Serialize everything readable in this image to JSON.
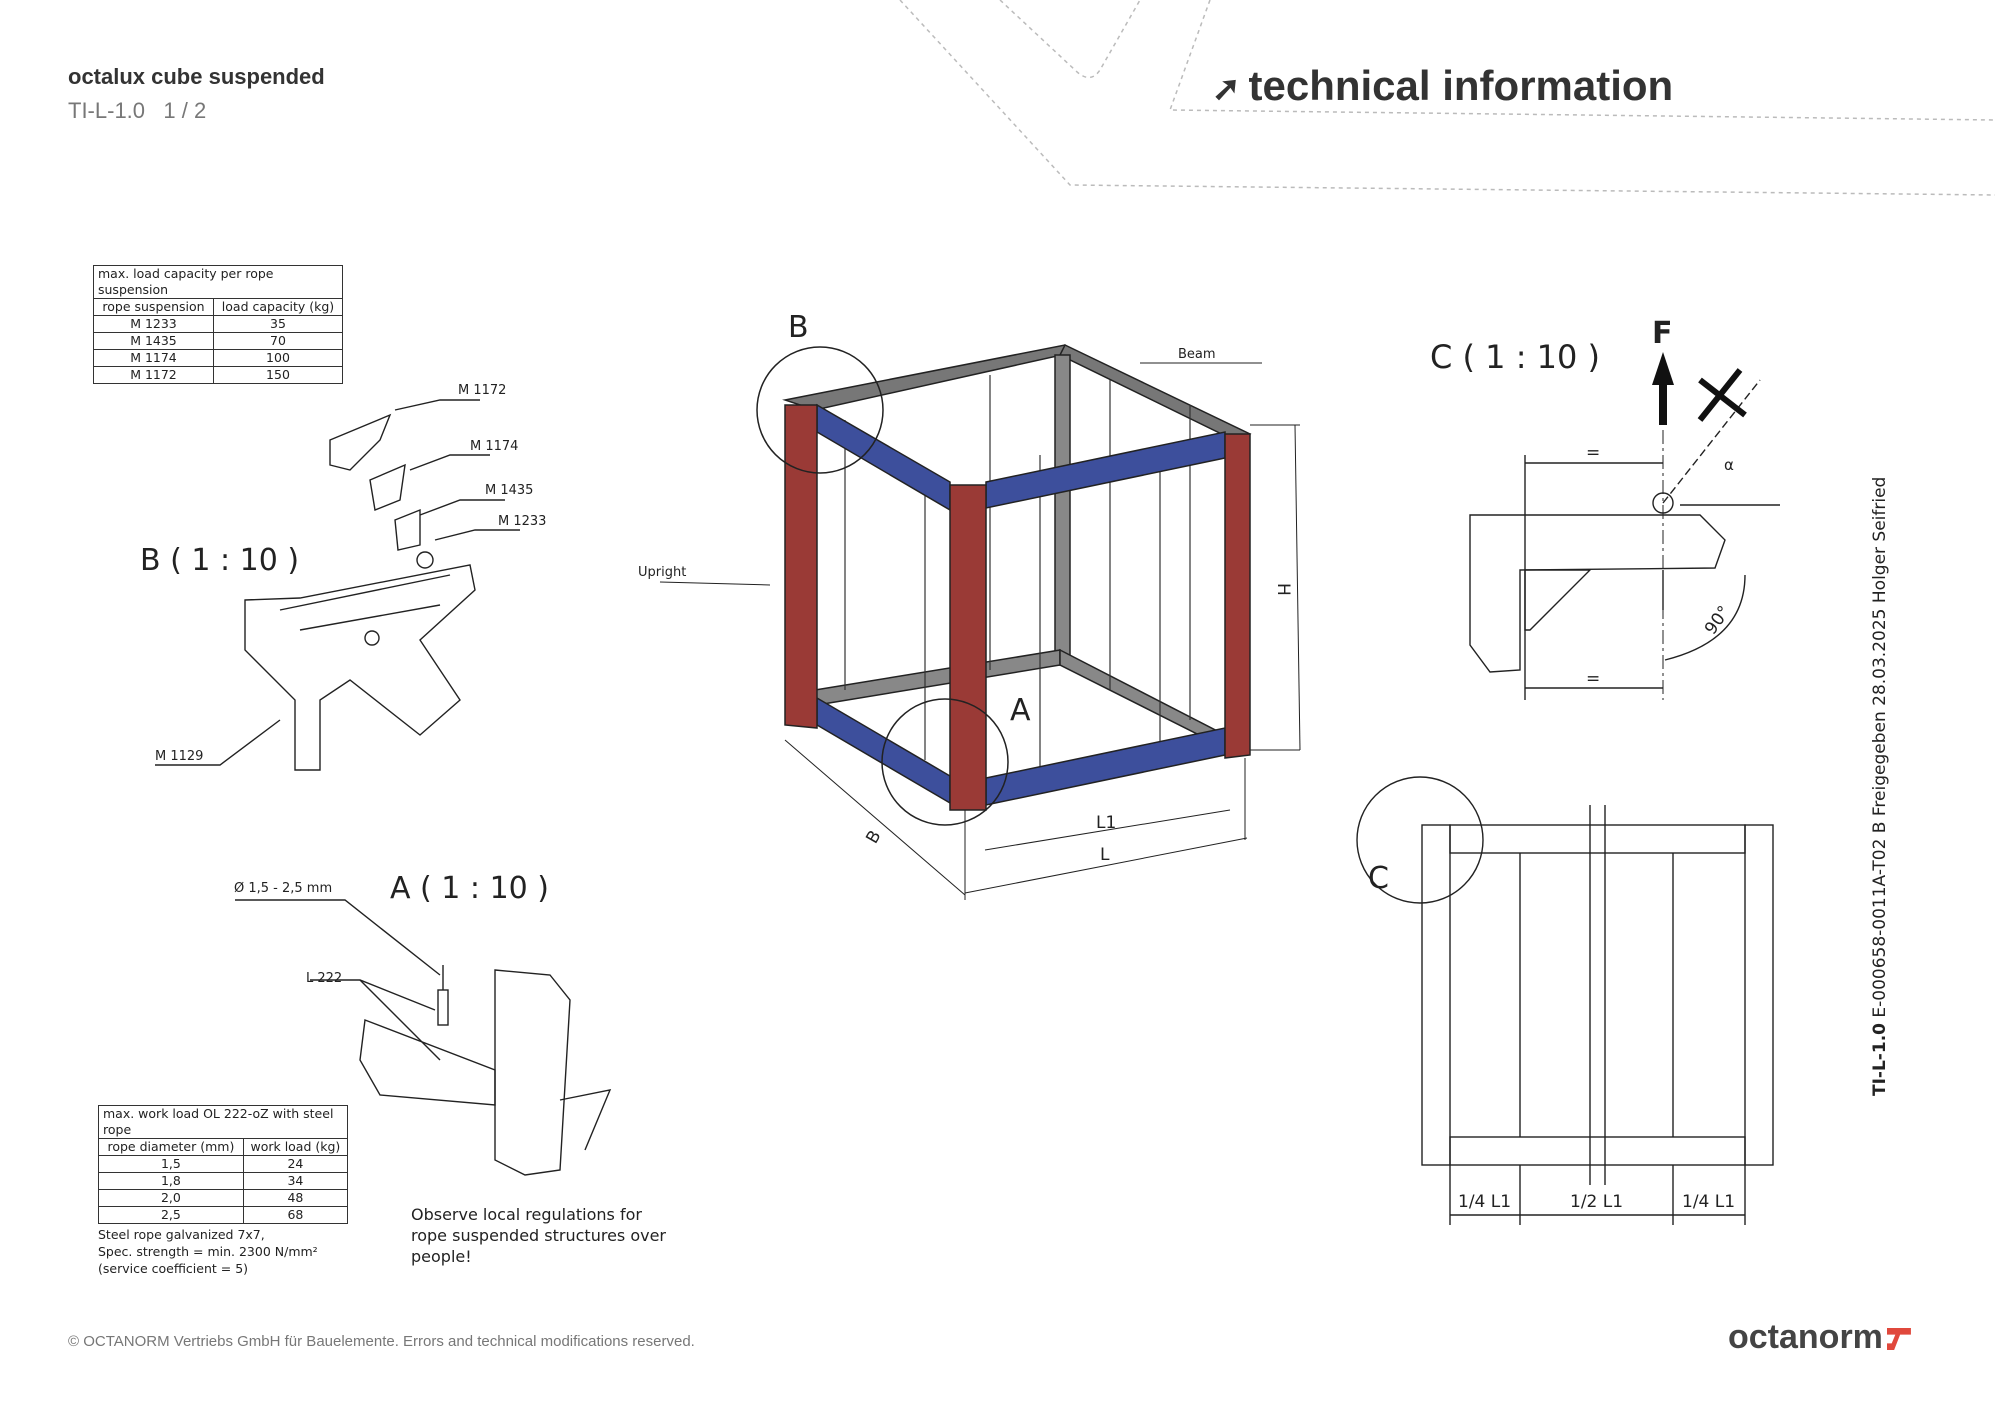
{
  "header": {
    "title": "octalux cube suspended",
    "doc_id": "TI-L-1.0",
    "page": "1 / 2",
    "section_icon": "arrow-up-right-icon",
    "section_title": "technical information"
  },
  "table_rope": {
    "caption": "max. load capacity per rope suspension",
    "columns": [
      "rope suspension",
      "load capacity (kg)"
    ],
    "rows": [
      [
        "M 1233",
        "35"
      ],
      [
        "M 1435",
        "70"
      ],
      [
        "M 1174",
        "100"
      ],
      [
        "M 1172",
        "150"
      ]
    ]
  },
  "table_work": {
    "caption": "max. work load OL 222-oZ with steel rope",
    "columns": [
      "rope diameter (mm)",
      "work load (kg)"
    ],
    "rows": [
      [
        "1,5",
        "24"
      ],
      [
        "1,8",
        "34"
      ],
      [
        "2,0",
        "48"
      ],
      [
        "2,5",
        "68"
      ]
    ]
  },
  "rope_note": [
    "Steel rope galvanized 7x7,",
    "Spec. strength = min. 2300 N/mm²",
    "(service coefficient = 5)"
  ],
  "warning": "Observe local regulations for rope suspended structures over people!",
  "drawing_labels": {
    "detail_b": "B ( 1 : 10 )",
    "detail_a": "A ( 1 : 10 )",
    "detail_c": "C ( 1 : 10 )",
    "m1172": "M 1172",
    "m1174": "M 1174",
    "m1435": "M 1435",
    "m1233": "M 1233",
    "m1129": "M 1129",
    "rope_dia": "Ø 1,5 - 2,5 mm",
    "l222": "L 222",
    "b": "B",
    "a": "A",
    "c": "C",
    "beam": "Beam",
    "upright": "Upright",
    "h": "H",
    "l1": "L1",
    "l": "L",
    "b_dim": "B",
    "f": "F",
    "alpha": "α",
    "eq": "=",
    "angle": "90°",
    "quarter": "1/4 L1",
    "half": "1/2 L1"
  },
  "footer": {
    "copyright": "© OCTANORM Vertriebs GmbH für Bauelemente. Errors and technical modifications reserved.",
    "logo": "octanorm"
  },
  "side_stamp": {
    "doc": "TI-L-1.0",
    "rest": "E-000658-0011A-T02 B Freigegeben 28.03.2025 Holger Seifried"
  },
  "colors": {
    "upright": "#9a3a36",
    "beam": "#3d4f9c",
    "frame": "#6a6a6a"
  }
}
